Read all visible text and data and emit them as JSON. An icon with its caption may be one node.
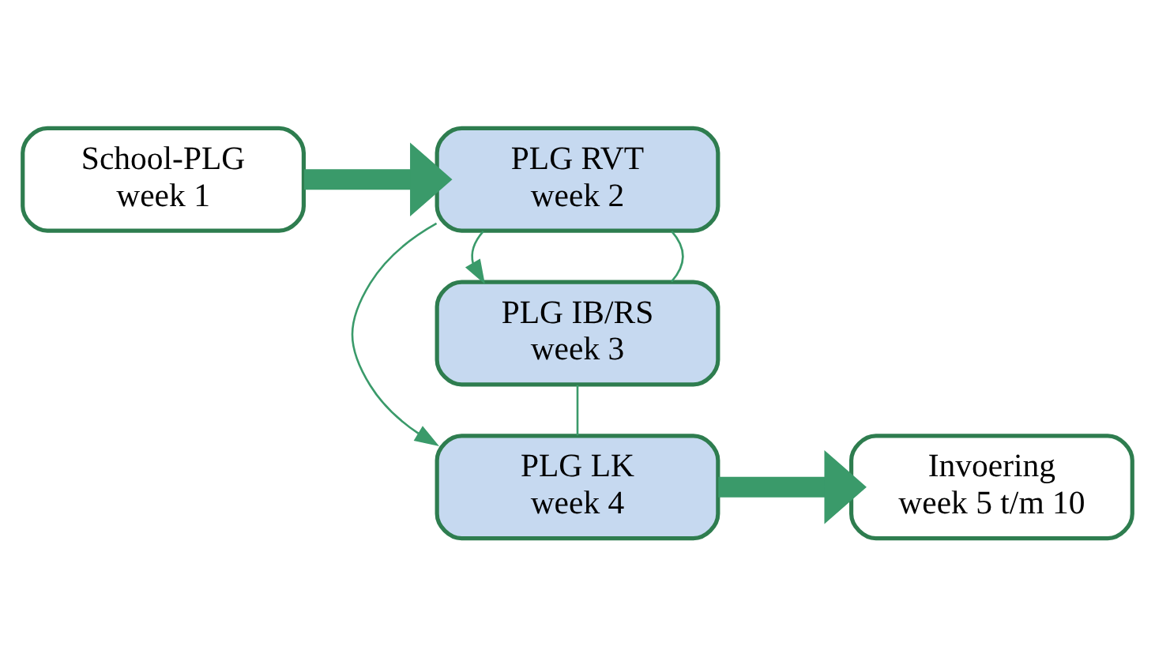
{
  "diagram": {
    "nodes": [
      {
        "text": [
          "School-PLG",
          "week 1"
        ]
      },
      {
        "text": [
          "PLG RVT",
          "week 2"
        ]
      },
      {
        "text": [
          "PLG IB/RS",
          "week 3"
        ]
      },
      {
        "text": [
          "PLG LK",
          "week 4"
        ]
      },
      {
        "text": [
          "Invoering",
          "week 5 t/m 10"
        ]
      }
    ],
    "edges": [
      {
        "from": 0,
        "to": 1,
        "arrow": "to",
        "style": "thick"
      },
      {
        "from": 1,
        "to": 2,
        "arrow": "none"
      },
      {
        "from": 2,
        "to": 3,
        "arrow": "none"
      },
      {
        "from": 1,
        "to": 2,
        "arrow": "to"
      },
      {
        "from": 1,
        "to": 3,
        "arrow": "to"
      },
      {
        "from": 3,
        "to": 4,
        "arrow": "to",
        "style": "thick"
      }
    ]
  }
}
